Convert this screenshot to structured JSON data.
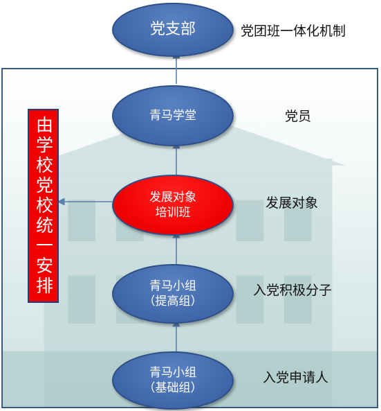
{
  "nodes": {
    "top": "党支部",
    "qingma_xuetang": "青马学堂",
    "fazhan_line1": "发展对象",
    "fazhan_line2": "培训班",
    "tigao_line1": "青马小组",
    "tigao_line2": "（提高组）",
    "jichu_line1": "青马小组",
    "jichu_line2": "（基础组）"
  },
  "labels": {
    "top": "党团班一体化机制",
    "member": "党员",
    "candidate": "发展对象",
    "activist": "入党积极分子",
    "applicant": "入党申请人"
  },
  "side_box": "由学校党校统一安排",
  "colors": {
    "node_blue": "#3e66a8",
    "node_red": "#f00000",
    "arrow": "#5b7fae",
    "frame": "#3a5a7a"
  }
}
